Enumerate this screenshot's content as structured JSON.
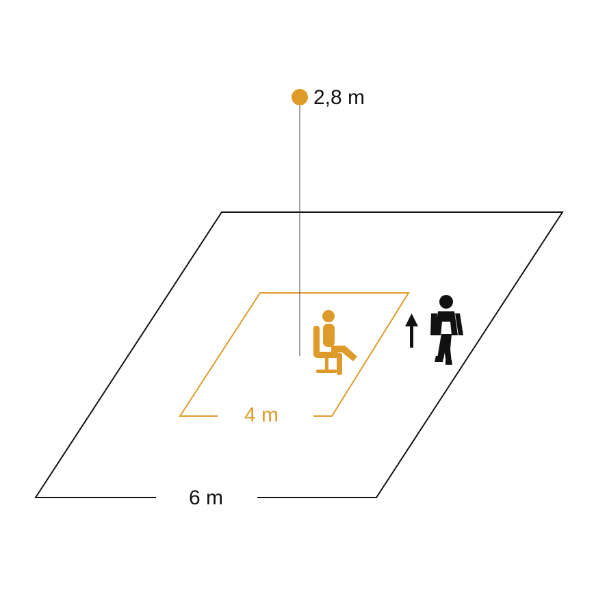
{
  "sensor": {
    "height_label": "2,8 m",
    "marker_color": "#DE9B2A"
  },
  "detection_zone": {
    "width_label": "4 m",
    "color": "#DE9B2A",
    "icon": "seated-person-icon"
  },
  "coverage_area": {
    "width_label": "6 m",
    "color": "#111111",
    "icon": "walking-person-icon",
    "direction_icon": "up-arrow-icon"
  }
}
